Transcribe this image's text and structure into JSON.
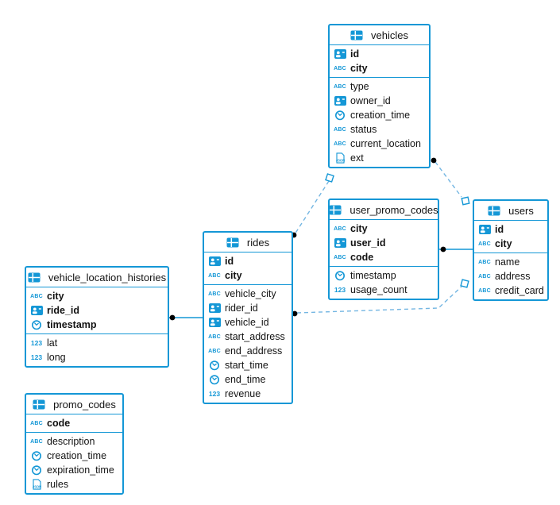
{
  "icons": {
    "abc": "ABC",
    "num": "123",
    "json": "JSON"
  },
  "colors": {
    "table_border": "#1497d6",
    "icon_blue": "#1497d6",
    "solid_line": "#1497d6",
    "dashed_line": "#74b6e2",
    "dot": "#000000",
    "text": "#131313"
  },
  "tables": [
    {
      "name": "vehicles",
      "pk": [
        {
          "n": "id",
          "icon": "id-card"
        },
        {
          "n": "city",
          "icon": "abc"
        }
      ],
      "cols": [
        {
          "n": "type",
          "icon": "abc"
        },
        {
          "n": "owner_id",
          "icon": "id-card"
        },
        {
          "n": "creation_time",
          "icon": "clock"
        },
        {
          "n": "status",
          "icon": "abc"
        },
        {
          "n": "current_location",
          "icon": "abc"
        },
        {
          "n": "ext",
          "icon": "json"
        }
      ]
    },
    {
      "name": "user_promo_codes",
      "pk": [
        {
          "n": "city",
          "icon": "abc"
        },
        {
          "n": "user_id",
          "icon": "id-card"
        },
        {
          "n": "code",
          "icon": "abc"
        }
      ],
      "cols": [
        {
          "n": "timestamp",
          "icon": "clock"
        },
        {
          "n": "usage_count",
          "icon": "num"
        }
      ]
    },
    {
      "name": "users",
      "pk": [
        {
          "n": "id",
          "icon": "id-card"
        },
        {
          "n": "city",
          "icon": "abc"
        }
      ],
      "cols": [
        {
          "n": "name",
          "icon": "abc"
        },
        {
          "n": "address",
          "icon": "abc"
        },
        {
          "n": "credit_card",
          "icon": "abc"
        }
      ]
    },
    {
      "name": "rides",
      "pk": [
        {
          "n": "id",
          "icon": "id-card"
        },
        {
          "n": "city",
          "icon": "abc"
        }
      ],
      "cols": [
        {
          "n": "vehicle_city",
          "icon": "abc"
        },
        {
          "n": "rider_id",
          "icon": "id-card"
        },
        {
          "n": "vehicle_id",
          "icon": "id-card"
        },
        {
          "n": "start_address",
          "icon": "abc"
        },
        {
          "n": "end_address",
          "icon": "abc"
        },
        {
          "n": "start_time",
          "icon": "clock"
        },
        {
          "n": "end_time",
          "icon": "clock"
        },
        {
          "n": "revenue",
          "icon": "num"
        }
      ]
    },
    {
      "name": "vehicle_location_histories",
      "pk": [
        {
          "n": "city",
          "icon": "abc"
        },
        {
          "n": "ride_id",
          "icon": "id-card"
        },
        {
          "n": "timestamp",
          "icon": "clock"
        }
      ],
      "cols": [
        {
          "n": "lat",
          "icon": "num"
        },
        {
          "n": "long",
          "icon": "num"
        }
      ]
    },
    {
      "name": "promo_codes",
      "pk": [
        {
          "n": "code",
          "icon": "abc"
        }
      ],
      "cols": [
        {
          "n": "description",
          "icon": "abc"
        },
        {
          "n": "creation_time",
          "icon": "clock"
        },
        {
          "n": "expiration_time",
          "icon": "clock"
        },
        {
          "n": "rules",
          "icon": "json"
        }
      ]
    }
  ],
  "relationships": [
    {
      "from": "vehicles",
      "to": "rides",
      "style": "dashed"
    },
    {
      "from": "vehicles",
      "to": "users",
      "style": "dashed"
    },
    {
      "from": "user_promo_codes",
      "to": "users",
      "style": "solid"
    },
    {
      "from": "rides",
      "to": "users",
      "style": "dashed"
    },
    {
      "from": "vehicle_location_histories",
      "to": "rides",
      "style": "solid"
    }
  ]
}
